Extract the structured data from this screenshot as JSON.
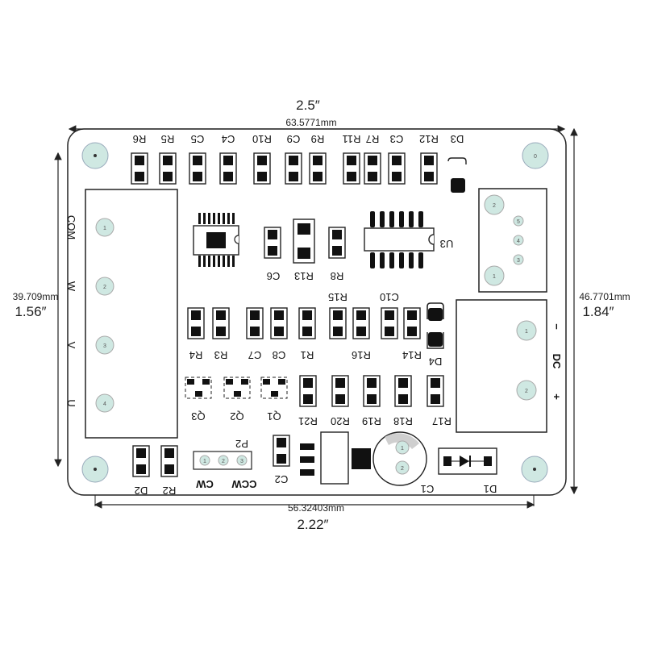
{
  "dimensions": {
    "top_inch": "2.5″",
    "top_mm": "63.5771mm",
    "left_mm": "39.709mm",
    "left_inch": "1.56″",
    "right_mm": "46.7701mm",
    "right_inch": "1.84″",
    "bottom_mm": "56.32403mm",
    "bottom_inch": "2.22″"
  },
  "refs": {
    "R6": "R6",
    "R5": "R5",
    "C5": "C5",
    "C4": "C4",
    "R10": "R10",
    "C9": "C9",
    "R9": "R9",
    "R11": "R11",
    "R7": "R7",
    "C3": "C3",
    "R12": "R12",
    "D3": "D3",
    "C6": "C6",
    "R13": "R13",
    "R8": "R8",
    "U3": "U3",
    "R15": "R15",
    "C10": "C10",
    "R4": "R4",
    "R3": "R3",
    "C7": "C7",
    "C8": "C8",
    "R1": "R1",
    "R16": "R16",
    "R14": "R14",
    "D4": "D4",
    "Q3": "Q3",
    "Q2": "Q2",
    "Q1": "Q1",
    "R21": "R21",
    "R20": "R20",
    "R19": "R19",
    "R18": "R18",
    "R17": "R17",
    "D2": "D2",
    "R2": "R2",
    "P2": "P2",
    "C2": "C2",
    "C1": "C1",
    "D1": "D1"
  },
  "left_connector": {
    "labels": [
      "COM",
      "W",
      "V",
      "U"
    ],
    "pins": [
      "1",
      "2",
      "3",
      "4"
    ]
  },
  "right_connector": {
    "pins": [
      "2",
      "5",
      "4",
      "3",
      "1"
    ]
  },
  "dc_connector": {
    "label": "DC",
    "minus": "−",
    "plus": "+",
    "pins": [
      "1",
      "2"
    ]
  },
  "p2_header": {
    "pins": [
      "1",
      "2",
      "3"
    ],
    "ccw": "CCW",
    "cw": "CW"
  },
  "c1_pins": [
    "1",
    "2"
  ],
  "corner_hole_label": "0"
}
